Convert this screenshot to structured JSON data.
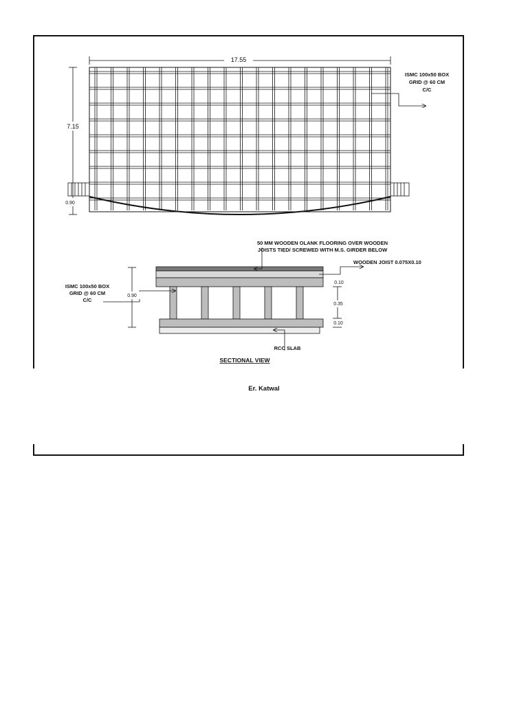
{
  "plan": {
    "width_dim": "17.55",
    "height_dim": "7.15",
    "depth_dim": "0.90",
    "grid_callout": [
      "ISMC 100x50 BOX",
      "GRID @ 60 CM",
      "C/C"
    ]
  },
  "section": {
    "flooring_note": [
      "50 MM WOODEN OLANK FLOORING OVER WOODEN",
      "JOISTS TIED/ SCREWED WITH M.S. GIRDER BELOW"
    ],
    "joist_note": "WOODEN JOIST 0.075X0.10",
    "grid_callout": [
      "ISMC 100x50 BOX",
      "GRID @ 60 CM",
      "C/C"
    ],
    "overall_dim": "0.90",
    "dim_top": "0.10",
    "dim_mid": "0.35",
    "dim_bottom": "0.10",
    "slab_label": "RCC SLAB",
    "title": "SECTIONAL VIEW"
  },
  "author": "Er. Katwal",
  "colors": {
    "line": "#111111",
    "member_fill": "#bdbdbd",
    "dark_fill": "#7a7a7a"
  }
}
